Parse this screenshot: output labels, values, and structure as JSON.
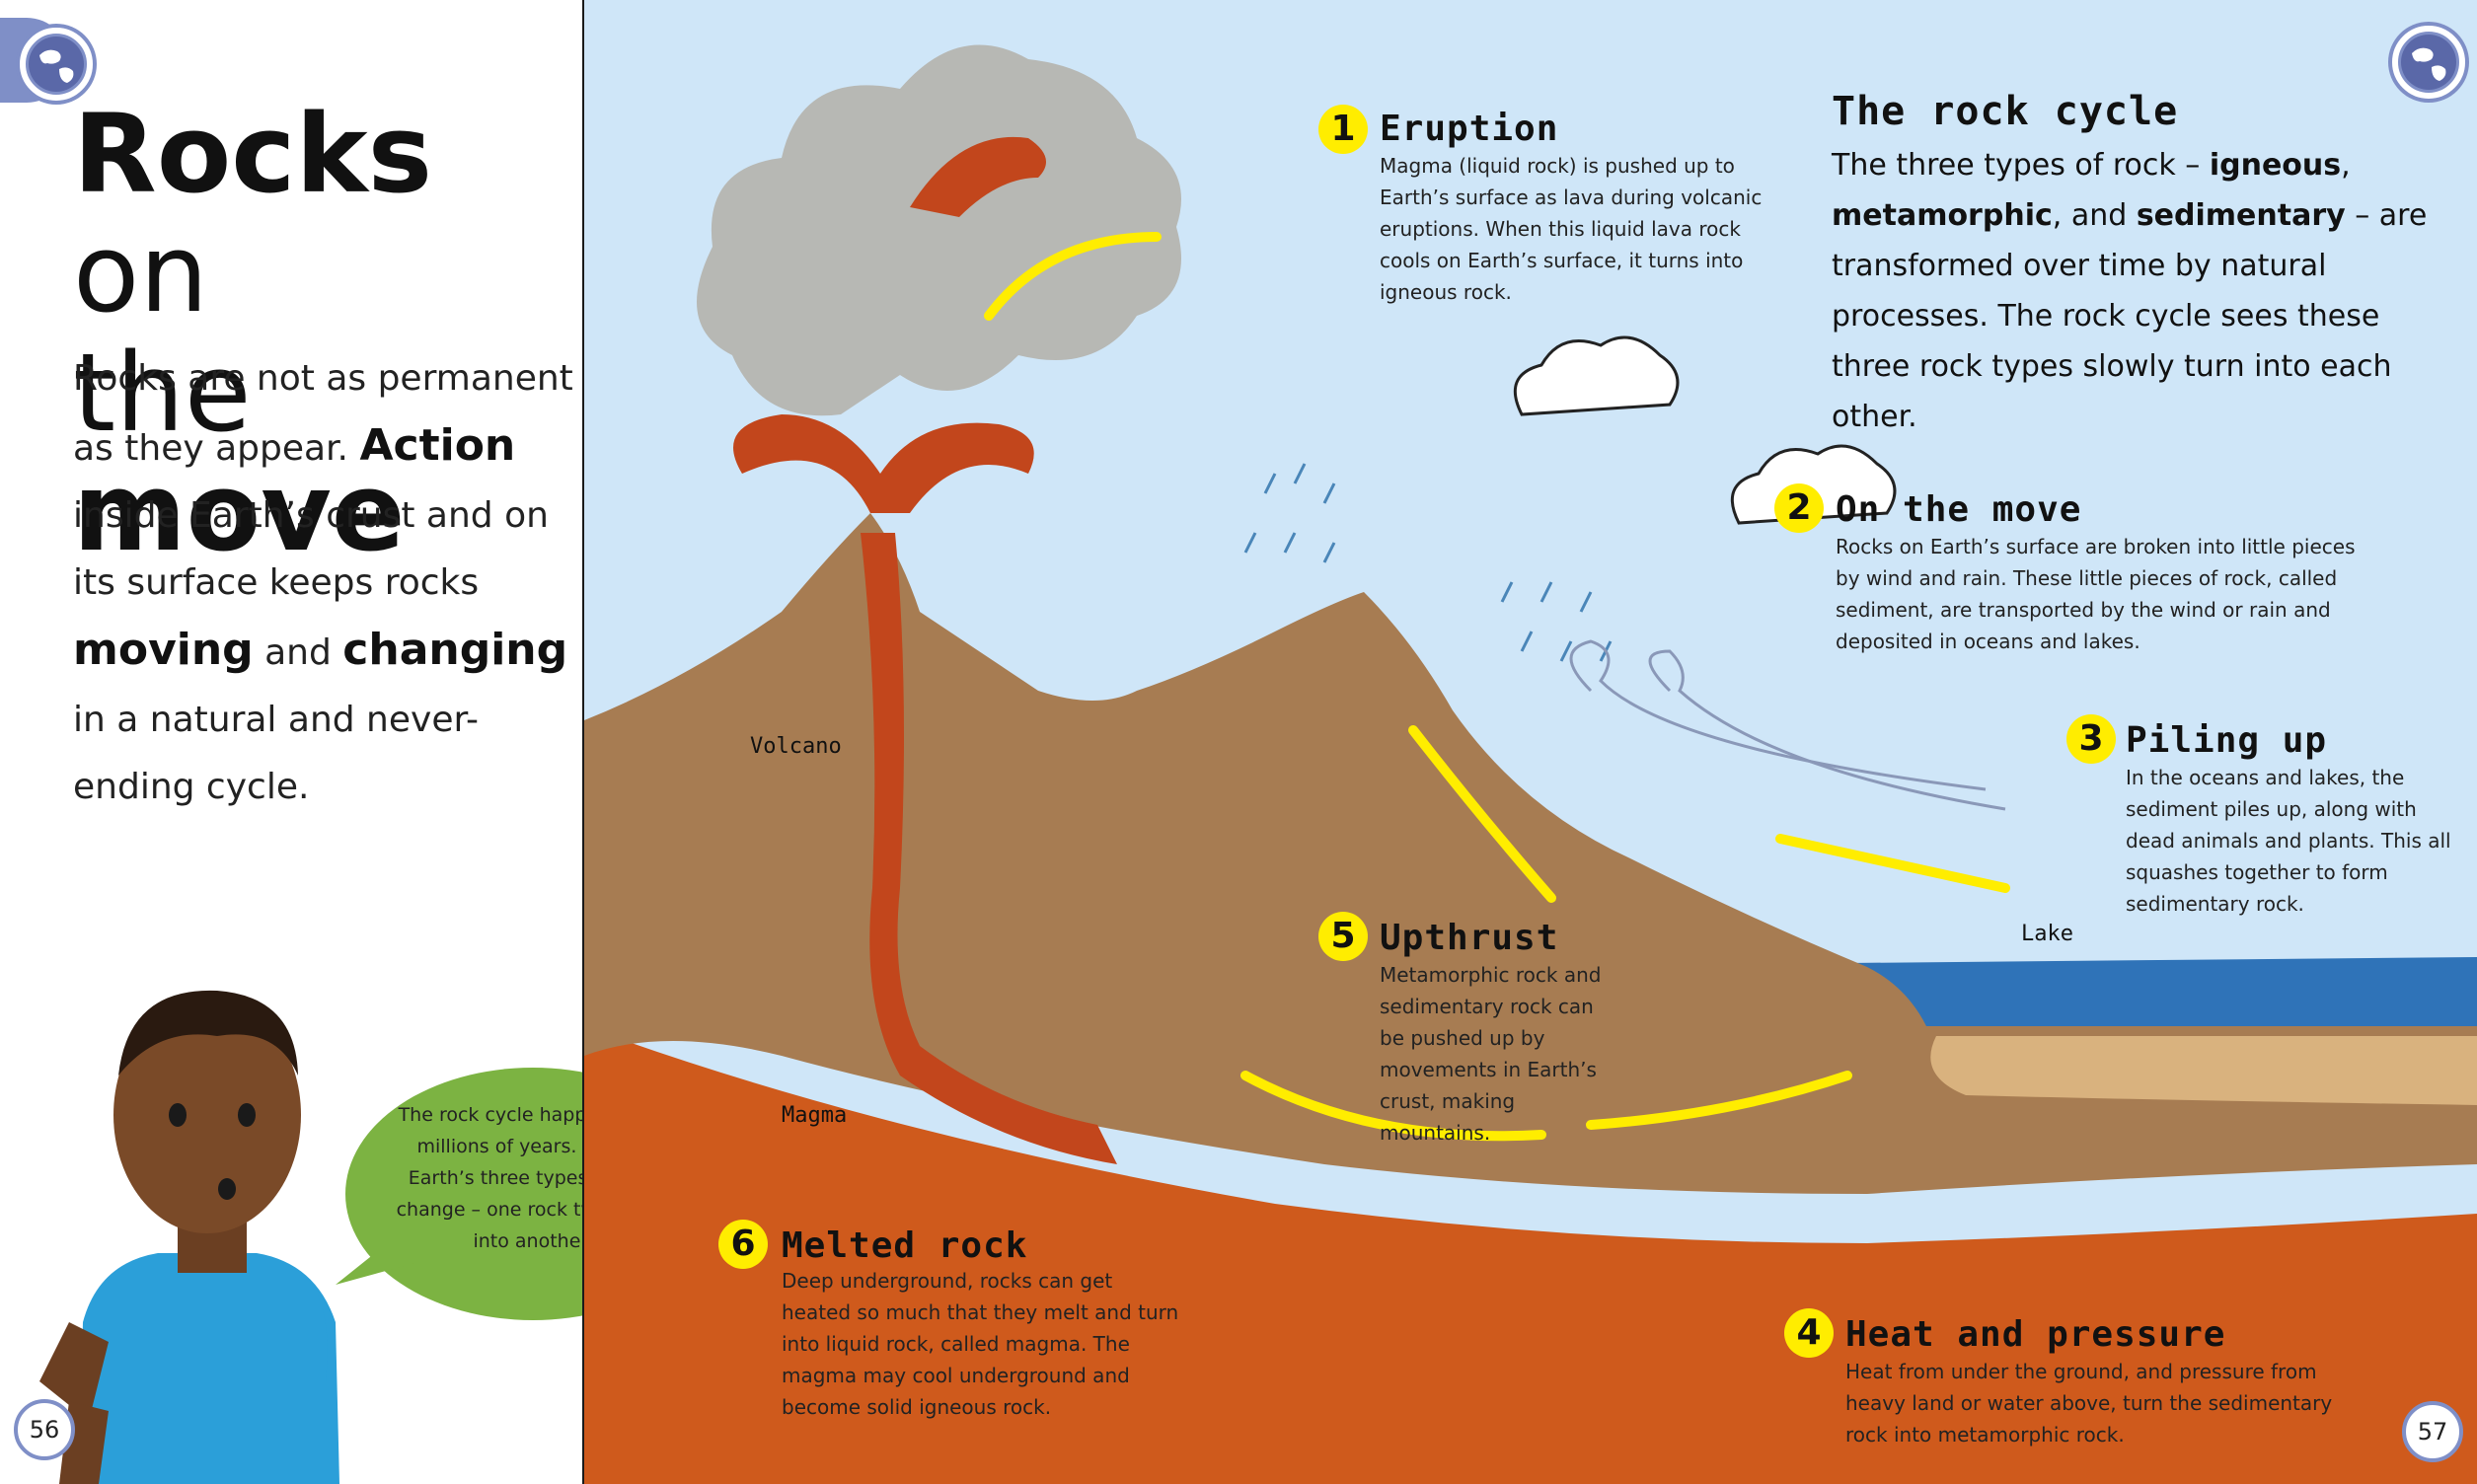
{
  "left": {
    "title_line1_a": "Rocks",
    "title_line1_b": " on",
    "title_line2_a": "the ",
    "title_line2_b": "move",
    "intro": {
      "p1": "Rocks are not as permanent as they appear. ",
      "b1": "Action",
      "p2": " inside Earth’s crust and on its surface keeps rocks ",
      "b2": "moving",
      "p3": " and ",
      "b3": "changing",
      "p4": " in a natural and never-ending cycle."
    },
    "speech_bubble": "The rock cycle happens over millions of years. Slowly, Earth’s three types of rock change – one rock type turns into another.",
    "page_number": "56"
  },
  "right": {
    "cycle_title": "The rock cycle",
    "cycle_text": {
      "p1": "The three types of rock – ",
      "b1": "igneous",
      "p2": ", ",
      "b2": "metamorphic",
      "p3": ", and ",
      "b3": "sedimentary",
      "p4": " – are transformed over time by natural processes. The rock cycle sees these three rock types slowly turn into each other."
    },
    "steps": [
      {
        "num": "1",
        "title": "Eruption",
        "body": "Magma (liquid rock) is pushed up to Earth’s surface as lava during volcanic eruptions. When this liquid lava rock cools on Earth’s surface, it turns into igneous rock."
      },
      {
        "num": "2",
        "title": "On the move",
        "body": "Rocks on Earth’s surface are broken into little pieces by wind and rain. These little pieces of rock, called sediment, are transported by the wind or rain and deposited in oceans and lakes."
      },
      {
        "num": "3",
        "title": "Piling up",
        "body": "In the oceans and lakes, the sediment piles up, along with dead animals and plants. This all squashes together to form sedimentary rock."
      },
      {
        "num": "4",
        "title": "Heat and pressure",
        "body": "Heat from under the ground, and pressure from heavy land or water above, turn the sedimentary rock into metamorphic rock."
      },
      {
        "num": "5",
        "title": "Upthrust",
        "body": "Metamorphic rock and sedimentary rock can be pushed up by movements in Earth’s crust, making mountains."
      },
      {
        "num": "6",
        "title": "Melted rock",
        "body": "Deep underground, rocks can get heated so much that they melt and turn into liquid rock, called magma. The magma may cool underground and become solid igneous rock."
      }
    ],
    "labels": {
      "volcano": "Volcano",
      "magma": "Magma",
      "lake": "Lake"
    },
    "page_number": "57"
  },
  "colors": {
    "sky": "#cfe6f8",
    "mountain": "#a77c52",
    "mantle": "#cf5a1c",
    "lava": "#c2461c",
    "lake": "#2f73b8",
    "arrow": "#ffed00",
    "bubble": "#7cb342",
    "globe_tab": "#7f8fc7"
  },
  "icons": [
    "globe-icon",
    "cloud-icon",
    "rain-icon",
    "wind-icon",
    "arrow-icon"
  ]
}
